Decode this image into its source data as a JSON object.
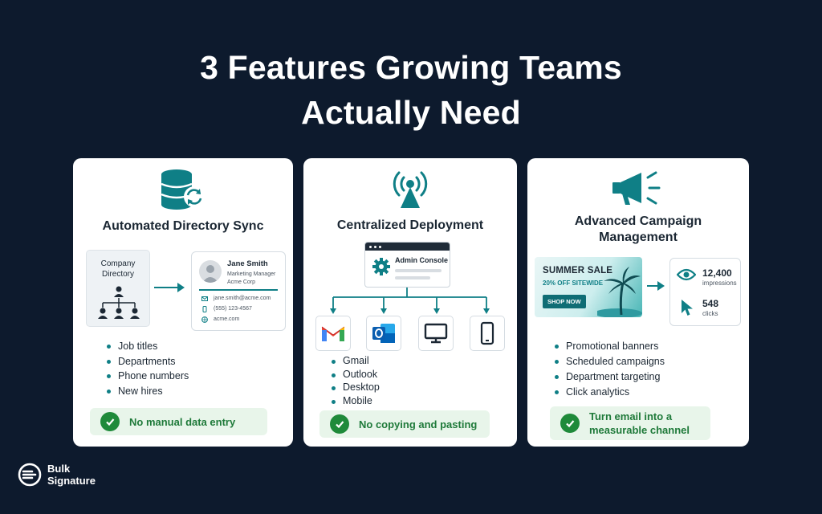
{
  "headline": {
    "line1": "3 Features Growing Teams",
    "line2": "Actually Need"
  },
  "colors": {
    "background": "#0d1a2d",
    "accent": "#0f7f86",
    "success": "#1f8a3a"
  },
  "cards": [
    {
      "title": "Automated Directory Sync",
      "icon": "database-sync-icon",
      "directory_label": "Company Directory",
      "contact": {
        "name": "Jane Smith",
        "role": "Marketing Manager",
        "company": "Acme Corp",
        "email": "jane.smith@acme.com",
        "phone": "(555) 123-4567",
        "website": "acme.com"
      },
      "bullets": [
        "Job titles",
        "Departments",
        "Phone numbers",
        "New hires"
      ],
      "callout": "No manual data entry"
    },
    {
      "title": "Centralized Deployment",
      "icon": "broadcast-antenna-icon",
      "console_label": "Admin Console",
      "targets": [
        "gmail-icon",
        "outlook-icon",
        "desktop-icon",
        "mobile-icon"
      ],
      "bullets": [
        "Gmail",
        "Outlook",
        "Desktop",
        "Mobile"
      ],
      "callout": "No copying and pasting"
    },
    {
      "title_line1": "Advanced Campaign",
      "title_line2": "Management",
      "icon": "megaphone-icon",
      "banner": {
        "headline": "SUMMER SALE",
        "subline": "20% OFF SITEWIDE",
        "button": "SHOP NOW"
      },
      "stats": [
        {
          "value": "12,400",
          "label": "impressions",
          "icon": "eye-icon"
        },
        {
          "value": "548",
          "label": "clicks",
          "icon": "cursor-icon"
        }
      ],
      "bullets": [
        "Promotional banners",
        "Scheduled campaigns",
        "Department targeting",
        "Click analytics"
      ],
      "callout_line1": "Turn email into a",
      "callout_line2": "measurable channel"
    }
  ],
  "brand": {
    "line1": "Bulk",
    "line2": "Signature"
  }
}
